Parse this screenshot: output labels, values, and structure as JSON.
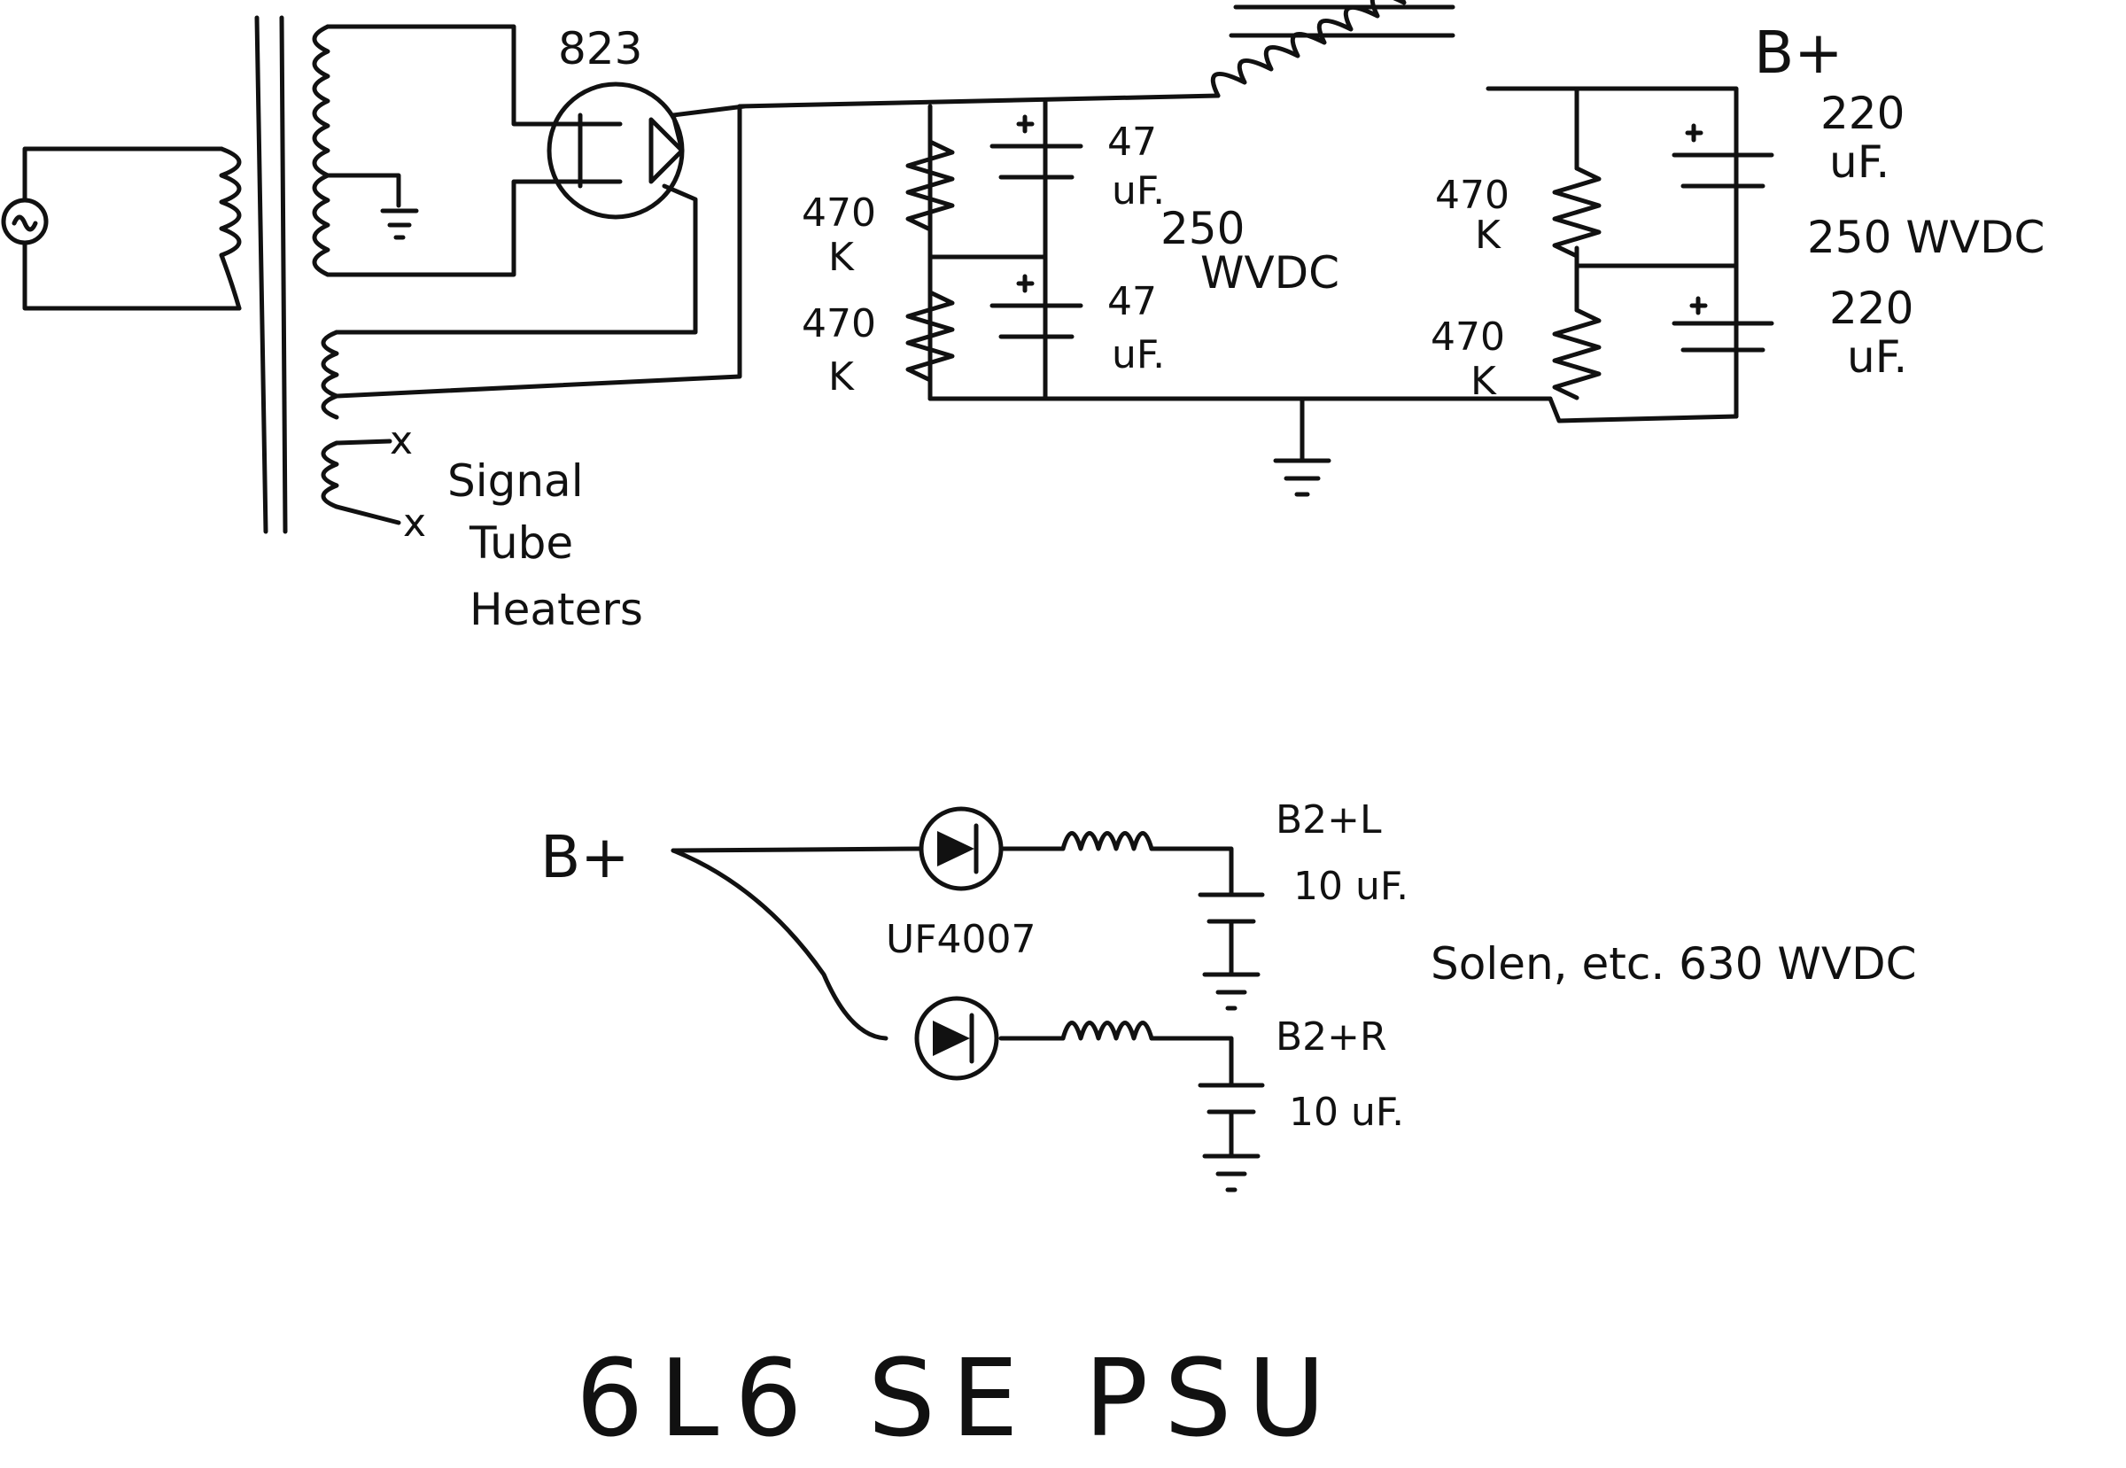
{
  "diagram": {
    "tube": "823",
    "labels": {
      "heater_winding": [
        "Signal",
        "Tube",
        "Heaters"
      ],
      "winding_x1": "x",
      "winding_x2": "x",
      "bplus_top": "B+",
      "bplus_bottom": "B+",
      "r1a": [
        "470",
        "K"
      ],
      "r1b": [
        "470",
        "K"
      ],
      "c1a": [
        "47",
        "uF."
      ],
      "c1b": [
        "47",
        "uF."
      ],
      "c1_rating": [
        "250",
        "WVDC"
      ],
      "r2a": [
        "470",
        "K"
      ],
      "r2b": [
        "470",
        "K"
      ],
      "c2a": [
        "220",
        "uF."
      ],
      "c2_rating": "250 WVDC",
      "c2b": [
        "220",
        "uF."
      ],
      "diode": "UF4007",
      "out_left": "B2+L",
      "out_left_cap": "10 uF.",
      "out_right": "B2+R",
      "out_right_cap": "10 uF.",
      "out_rating": "Solen, etc.  630 WVDC"
    },
    "title": "6L6 SE PSU"
  }
}
